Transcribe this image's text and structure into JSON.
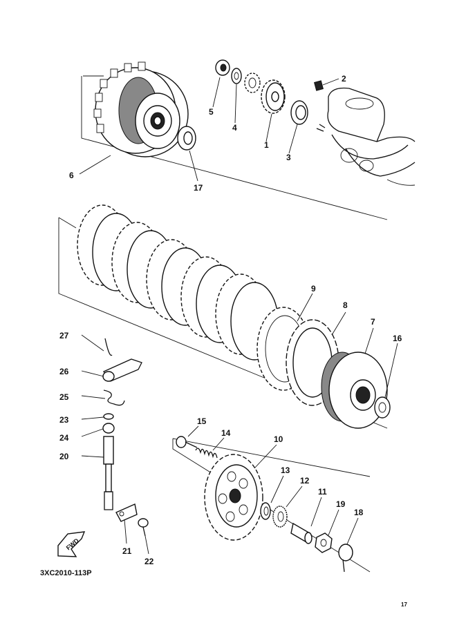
{
  "diagram": {
    "code": "3XC2010-113P",
    "fwd_label": "FWD",
    "corner_mark": "17",
    "callouts": {
      "c1": "1",
      "c2": "2",
      "c3": "3",
      "c4": "4",
      "c5": "5",
      "c6": "6",
      "c7": "7",
      "c8": "8",
      "c9": "9",
      "c10": "10",
      "c11": "11",
      "c12": "12",
      "c13": "13",
      "c14": "14",
      "c15": "15",
      "c16": "16",
      "c17": "17",
      "c18": "18",
      "c19": "19",
      "c20": "20",
      "c21": "21",
      "c22": "22",
      "c23": "23",
      "c24": "24",
      "c25": "25",
      "c26": "26",
      "c27": "27"
    }
  }
}
